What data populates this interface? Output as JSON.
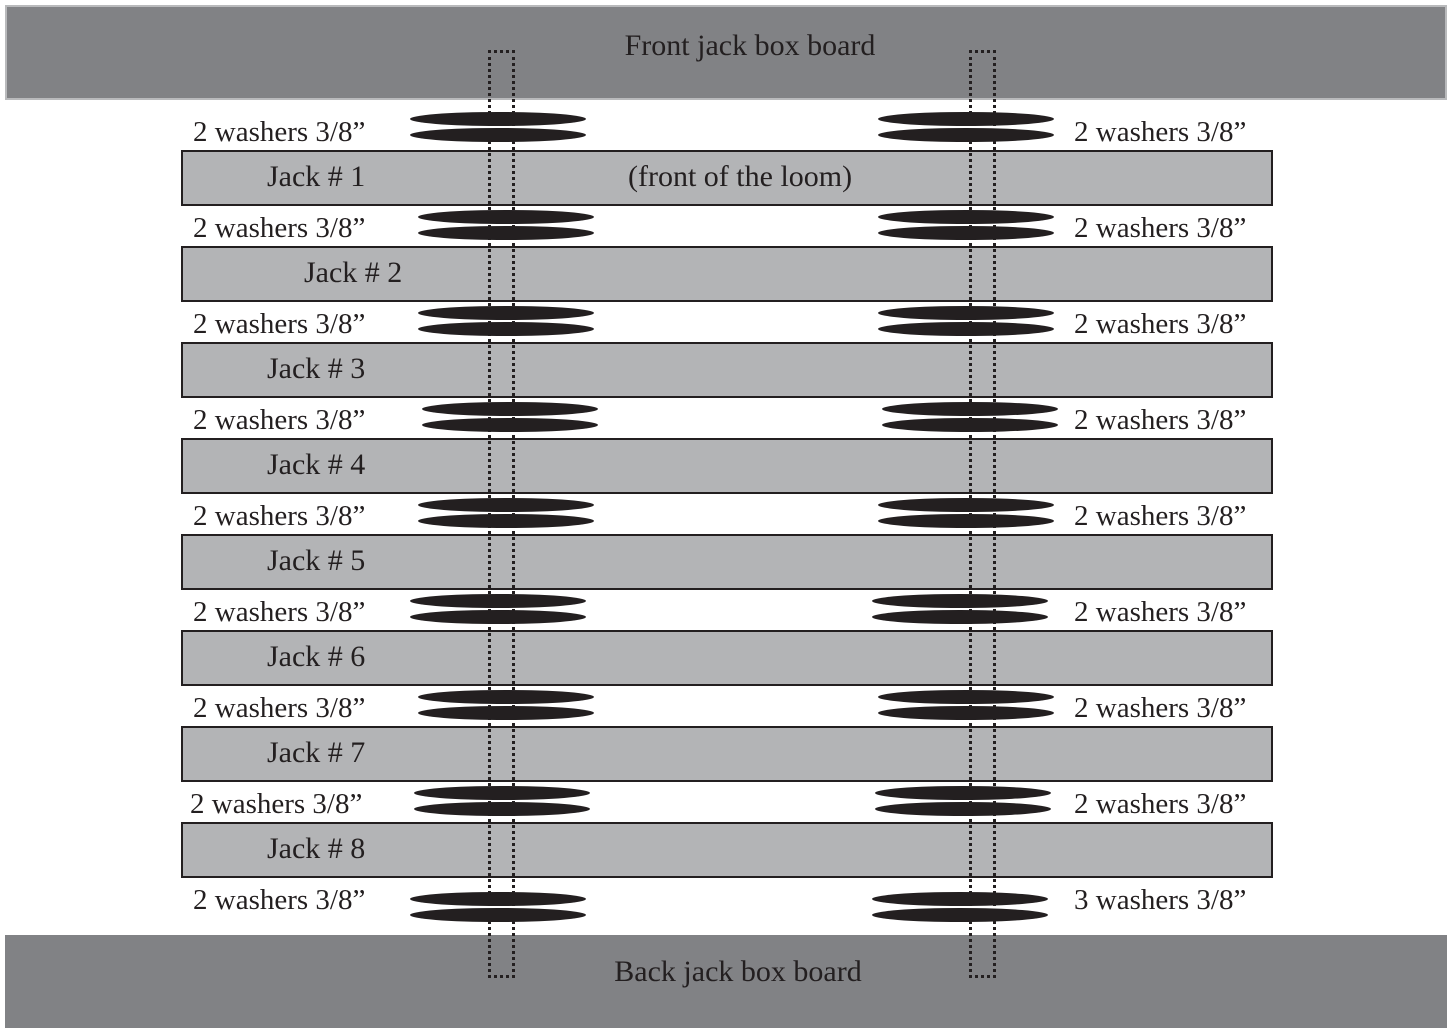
{
  "boards": {
    "front": "Front jack box board",
    "back": "Back jack box board"
  },
  "jacks": [
    {
      "label": "Jack # 1",
      "note": "(front of the loom)"
    },
    {
      "label": "Jack # 2"
    },
    {
      "label": "Jack # 3"
    },
    {
      "label": "Jack # 4"
    },
    {
      "label": "Jack # 5"
    },
    {
      "label": "Jack # 6"
    },
    {
      "label": "Jack # 7"
    },
    {
      "label": "Jack # 8"
    }
  ],
  "washers": [
    {
      "left": "2 washers 3/8”",
      "right": "2 washers 3/8”"
    },
    {
      "left": "2 washers 3/8”",
      "right": "2 washers 3/8”"
    },
    {
      "left": "2 washers 3/8”",
      "right": "2 washers 3/8”"
    },
    {
      "left": "2 washers 3/8”",
      "right": "2 washers 3/8”"
    },
    {
      "left": "2 washers 3/8”",
      "right": "2 washers 3/8”"
    },
    {
      "left": "2 washers 3/8”",
      "right": "2 washers 3/8”"
    },
    {
      "left": "2 washers 3/8”",
      "right": "2 washers 3/8”"
    },
    {
      "left": "2 washers 3/8”",
      "right": "2 washers 3/8”"
    },
    {
      "left": "2 washers 3/8”",
      "right": "3 washers 3/8”"
    }
  ],
  "colors": {
    "board": "#818285",
    "jack": "#b3b4b6",
    "ink": "#231f20"
  }
}
